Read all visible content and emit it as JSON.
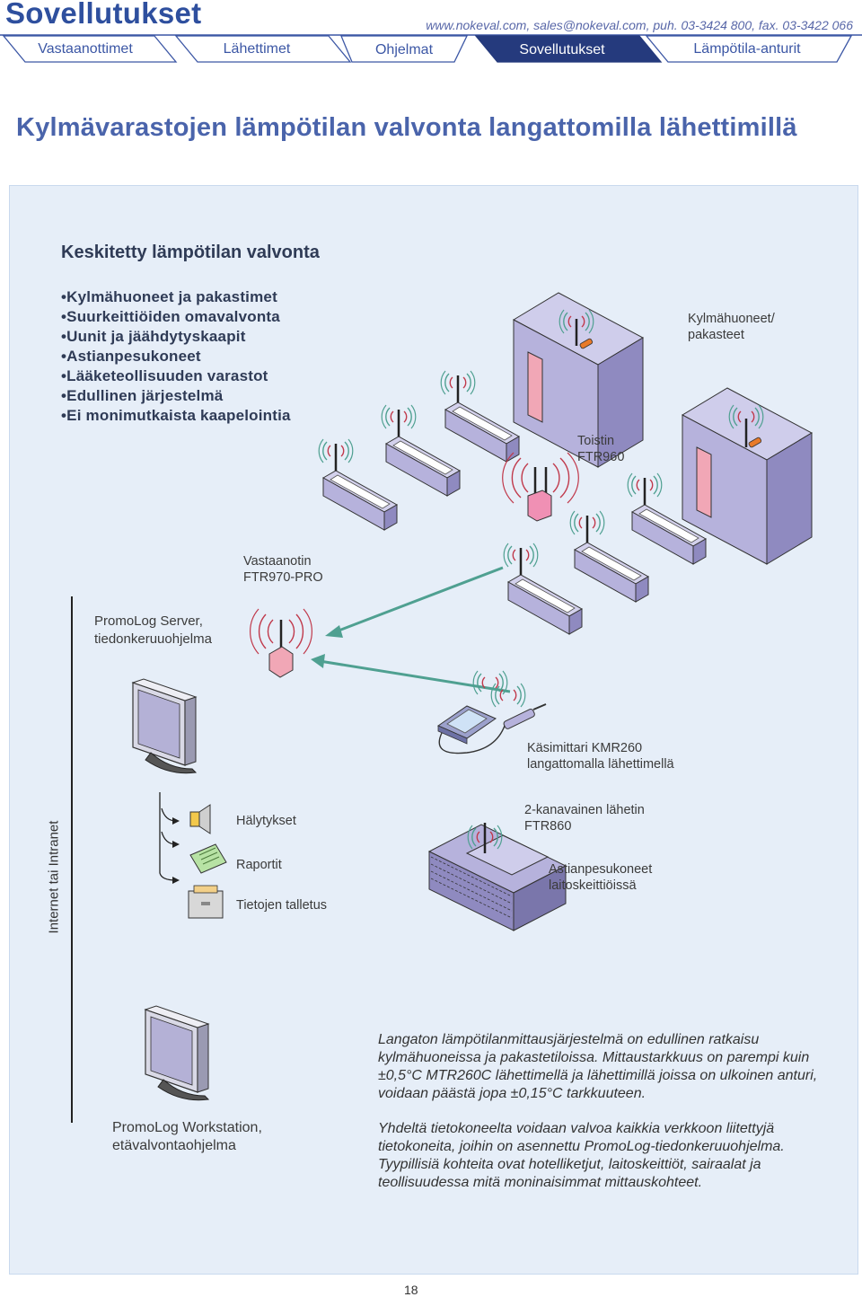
{
  "header": {
    "brand": "Sovellutukset",
    "contact": "www.nokeval.com, sales@nokeval.com, puh. 03-3424 800, fax. 03-3422 066",
    "tabs": [
      {
        "label": "Vastaanottimet",
        "active": false
      },
      {
        "label": "Lähettimet",
        "active": false
      },
      {
        "label": "Ohjelmat",
        "active": false
      },
      {
        "label": "Sovellutukset",
        "active": true
      },
      {
        "label": "Lämpötila-anturit",
        "active": false
      }
    ]
  },
  "page_title": "Kylmävarastojen lämpötilan valvonta langattomilla lähettimillä",
  "section": {
    "title": "Keskitetty lämpötilan valvonta",
    "bullets": [
      "Kylmähuoneet ja pakastimet",
      "Suurkeittiöiden omavalvonta",
      "Uunit ja jäähdytyskaapit",
      "Astianpesukoneet",
      "Lääketeollisuuden varastot",
      "Edullinen järjestelmä",
      "Ei monimutkaista kaapelointia"
    ]
  },
  "diagram": {
    "cold_rooms_l1": "Kylmähuoneet/",
    "cold_rooms_l2": "pakasteet",
    "repeater_l1": "Toistin",
    "repeater_l2": "FTR960",
    "receiver_l1": "Vastaanotin",
    "receiver_l2": "FTR970-PRO",
    "server_l1": "PromoLog Server,",
    "server_l2": "tiedonkeruuohjelma",
    "handheld_l1": "Käsimittari KMR260",
    "handheld_l2": "langattomalla lähettimellä",
    "network": "Internet tai Intranet",
    "alarms": "Hälytykset",
    "reports": "Raportit",
    "storage": "Tietojen talletus",
    "transmitter_l1": "2-kanavainen lähetin",
    "transmitter_l2": "FTR860",
    "dishwasher_l1": "Astianpesukoneet",
    "dishwasher_l2": "laitoskeittiöissä",
    "workstation_l1": "PromoLog Workstation,",
    "workstation_l2": "etävalvontaohjelma"
  },
  "description": {
    "p1": "Langaton lämpötilanmittausjärjestelmä on edullinen ratkaisu kylmähuoneissa ja pakastetiloissa. Mittaustarkkuus on parempi kuin ±0,5°C MTR260C lähettimellä ja lähettimillä joissa on ulkoinen anturi, voidaan päästä jopa ±0,15°C tarkkuuteen.",
    "p2": "Yhdeltä tietokoneelta voidaan valvoa kaikkia verkkoon liitettyjä tietokoneita, joihin on asennettu PromoLog-tiedonkeruuohjelma. Tyypillisiä kohteita ovat hotelliketjut, laitoskeittiöt, sairaalat ja teollisuudessa mitä moninaisimmat mittauskohteet."
  },
  "page_number": "18",
  "colors": {
    "brand": "#2e4f9e",
    "tab_active": "#253a7d",
    "panel": "#e6eef8",
    "room": "#b6b2dc",
    "signal": "#c0394b",
    "arrow": "#4fa091"
  }
}
